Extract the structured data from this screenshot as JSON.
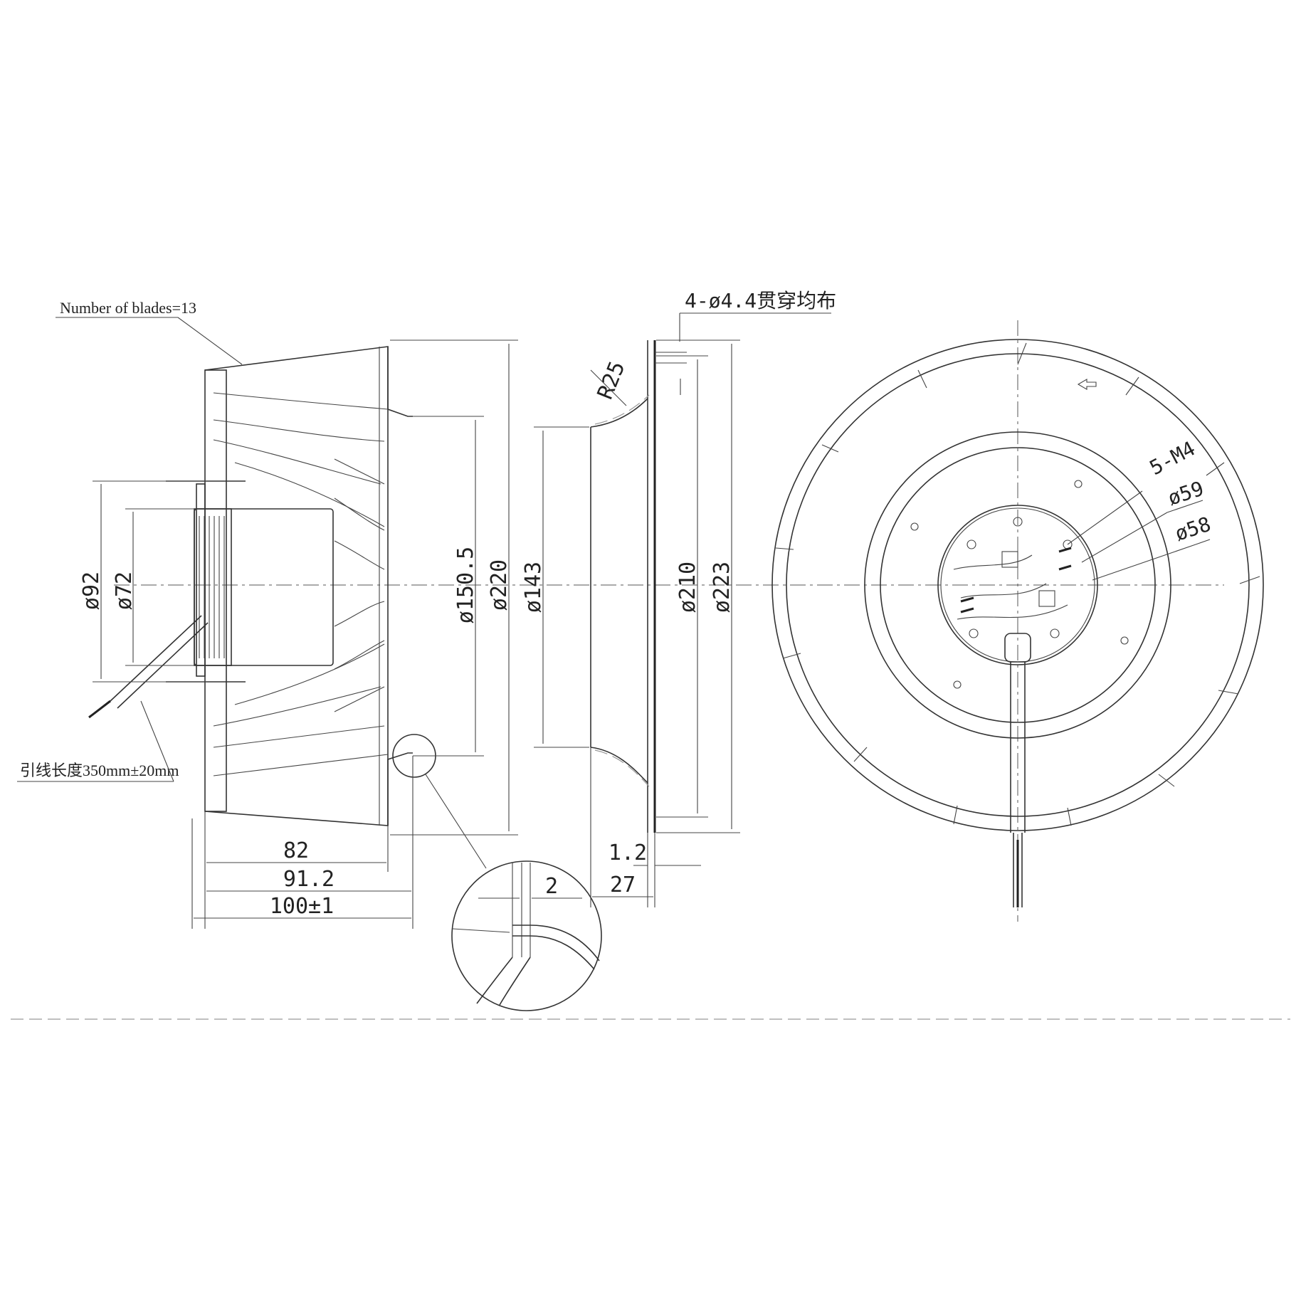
{
  "drawing": {
    "notes": {
      "blades": "Number of blades=13",
      "lead_length": "引线长度350mm±20mm",
      "through_holes": "4-ø4.4贯穿均布",
      "screw_holes": "5-M4"
    },
    "side_view_dims": {
      "d92": "ø92",
      "d72": "ø72",
      "d150_5": "ø150.5",
      "d220": "ø220",
      "len82": "82",
      "len91_2": "91.2",
      "len100": "100±1"
    },
    "detail_dims": {
      "gap2": "2"
    },
    "inlet_ring_dims": {
      "r25": "R25",
      "d143": "ø143",
      "d210": "ø210",
      "d223": "ø223",
      "t1_2": "1.2",
      "h27": "27"
    },
    "front_view_dims": {
      "d59": "ø59",
      "d58": "ø58"
    }
  }
}
